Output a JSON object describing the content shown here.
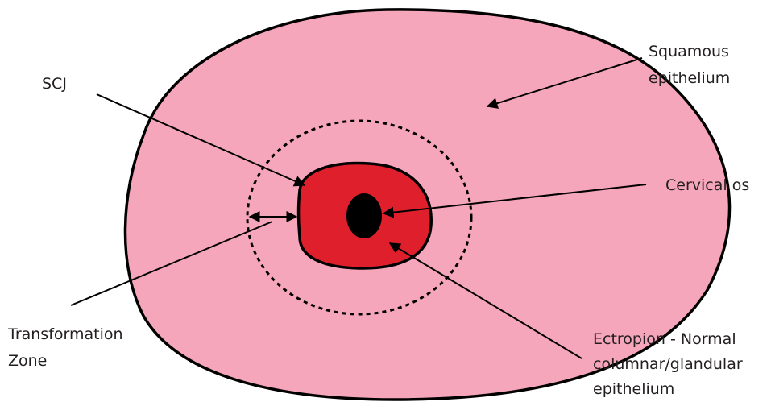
{
  "colors": {
    "squamous_epithelium": "#f6a6bb",
    "ectropion": "#e01f2d",
    "cervical_os": "#000000",
    "outline": "#000000",
    "label_text": "#231f20"
  },
  "labels": {
    "squamous": [
      "Squamous",
      "epithelium"
    ],
    "scj": [
      "SCJ"
    ],
    "cervical_os": [
      "Cervical os"
    ],
    "transformation_zone": [
      "Transformation",
      "Zone"
    ],
    "ectropion": [
      "Ectropion - Normal",
      "columnar/glandular",
      "epithelium"
    ]
  }
}
